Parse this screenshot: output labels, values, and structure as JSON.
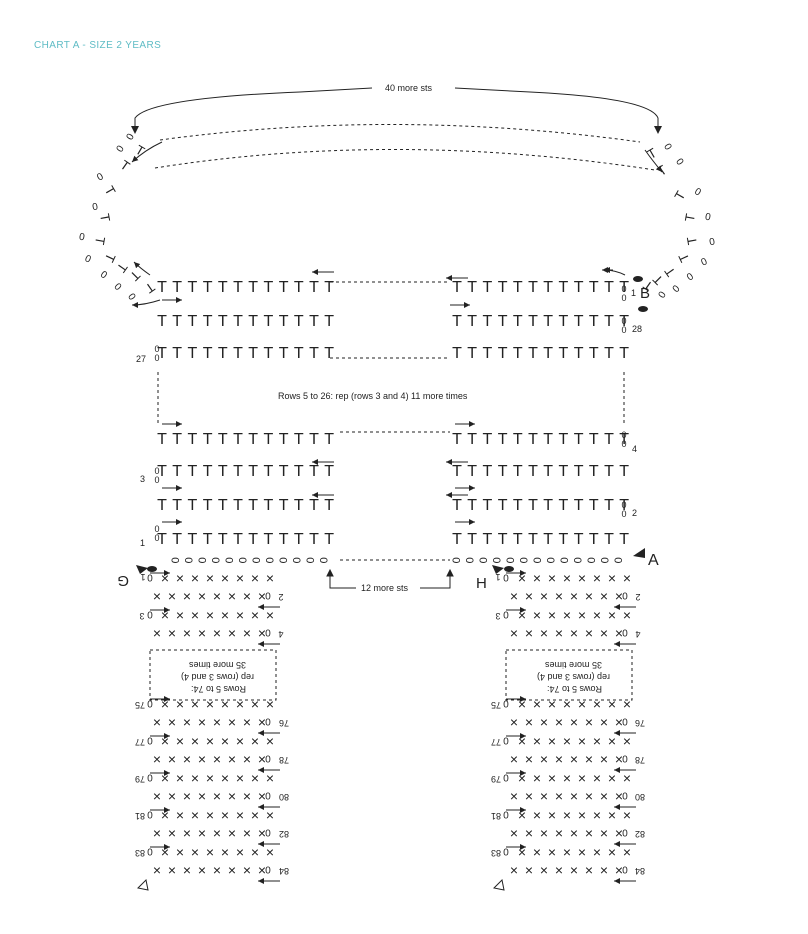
{
  "title": "CHART A - SIZE 2 YEARS",
  "labels": {
    "top_more_sts": "40 more sts",
    "middle_repeat": "Rows 5 to 26: rep (rows 3 and 4) 11 more times",
    "bottom_more_sts": "12 more sts",
    "leg_repeat_line1": "Rows 5 to 74:",
    "leg_repeat_line2": "rep (rows 3 and 4)",
    "leg_repeat_line3": "35 more times"
  },
  "markers": {
    "a": "A",
    "b": "B",
    "g": "G",
    "h": "H"
  },
  "body_rows": {
    "right_row_labels": [
      "28",
      "4",
      "2"
    ],
    "left_row_labels": [
      "27",
      "3",
      "1"
    ],
    "ring_start_label": "1"
  },
  "leg_rows": {
    "top_label": "1",
    "right_labels": [
      "2",
      "4"
    ],
    "left_labels": [
      "3"
    ],
    "bottom_left_labels": [
      "75",
      "77",
      "79",
      "81",
      "83"
    ],
    "bottom_right_labels": [
      "76",
      "78",
      "80",
      "82",
      "84"
    ]
  },
  "symbols": {
    "dc": "T",
    "sc": "×",
    "ch": "0"
  },
  "colors": {
    "title": "#5fbcc5",
    "ink": "#222222"
  }
}
